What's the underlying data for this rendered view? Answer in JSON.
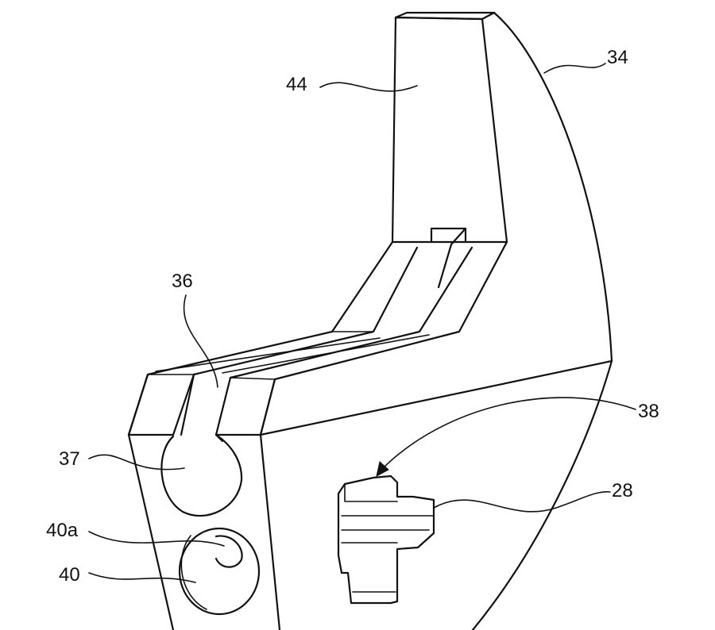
{
  "labels": {
    "l34": "34",
    "l44": "44",
    "l36": "36",
    "l37": "37",
    "l38": "38",
    "l28": "28",
    "l40a": "40a",
    "l40": "40"
  }
}
